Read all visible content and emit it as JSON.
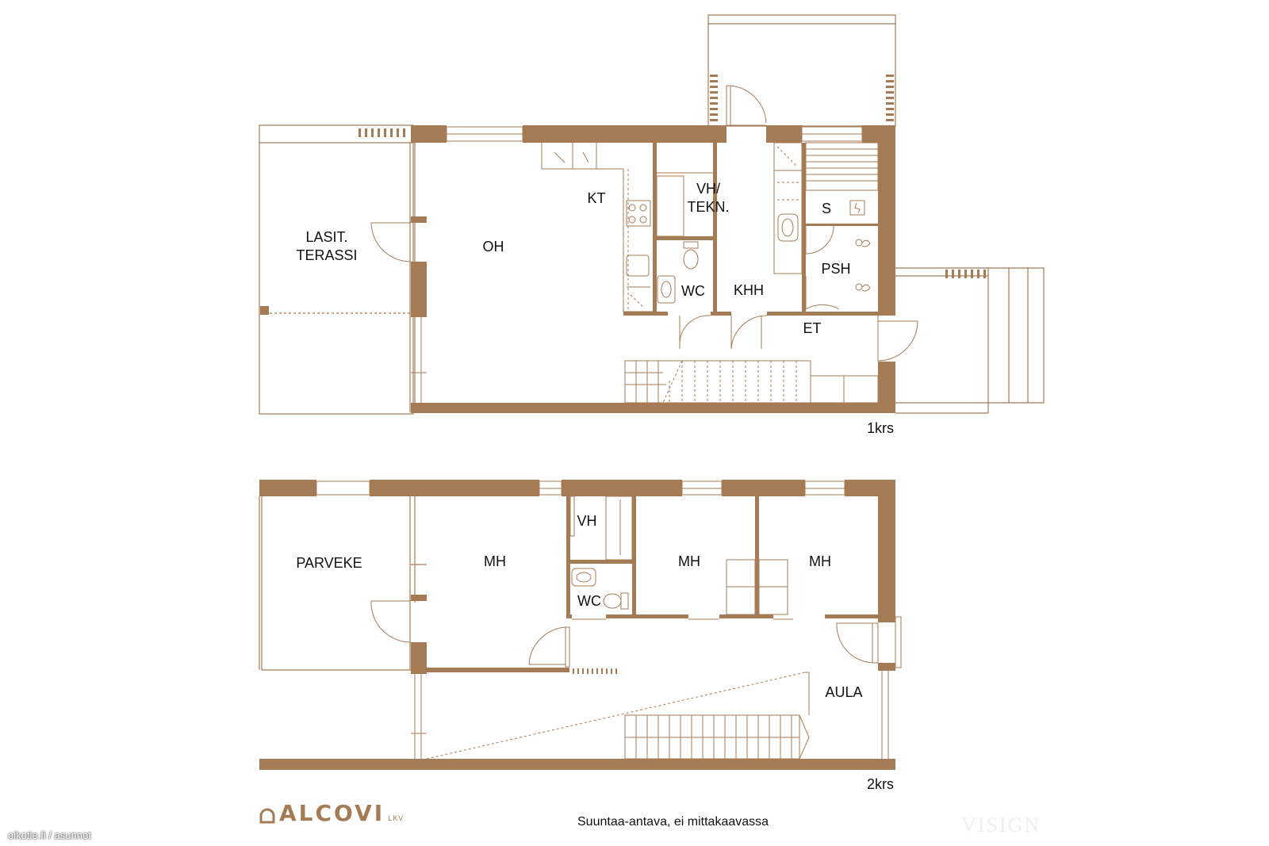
{
  "floor1": {
    "level_label": "1krs",
    "rooms": {
      "lasit_terassi_line1": "LASIT.",
      "lasit_terassi_line2": "TERASSI",
      "oh": "OH",
      "kt": "KT",
      "vh_tekn_line1": "VH/",
      "vh_tekn_line2": "TEKN.",
      "wc": "WC",
      "khh": "KHH",
      "s": "S",
      "psh": "PSH",
      "et": "ET"
    }
  },
  "floor2": {
    "level_label": "2krs",
    "rooms": {
      "parveke": "PARVEKE",
      "mh1": "MH",
      "vh": "VH",
      "wc": "WC",
      "mh2": "MH",
      "mh3": "MH",
      "aula": "AULA"
    }
  },
  "footer": {
    "brand": "ALCOVI",
    "brand_suffix": "LKV",
    "disclaimer": "Suuntaa-antava, ei mittakaavassa",
    "source": "oikotie.fi / asunnot",
    "watermark": "VISIGN"
  },
  "colors": {
    "wall": "#a57b56",
    "line": "#a57b56",
    "text": "#111111"
  }
}
